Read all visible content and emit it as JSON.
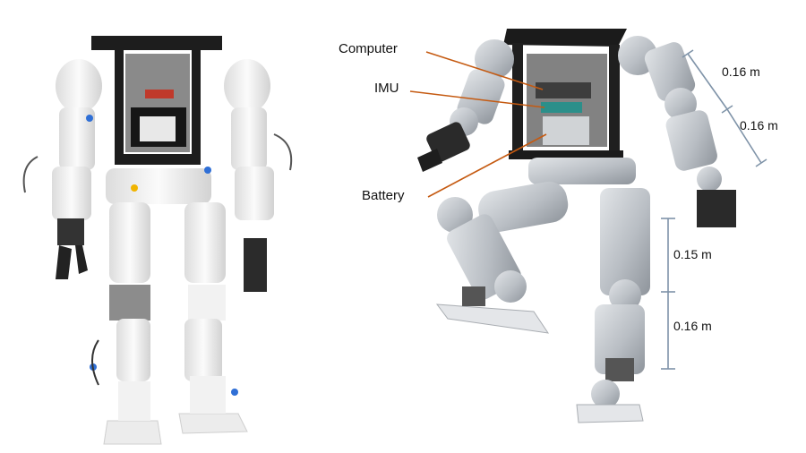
{
  "labels": {
    "computer": "Computer",
    "imu": "IMU",
    "battery": "Battery"
  },
  "dimensions": {
    "upper_arm": "0.16 m",
    "forearm": "0.16 m",
    "thigh": "0.15 m",
    "shank": "0.16 m"
  },
  "colors": {
    "leader_line": "#c55a11",
    "dimension_line": "#7f93a8",
    "frame": "#1c1c1c",
    "robot_body": "#f1f1f1",
    "cad_body": "#cfd3d8",
    "motor": "#3b3b3b"
  }
}
